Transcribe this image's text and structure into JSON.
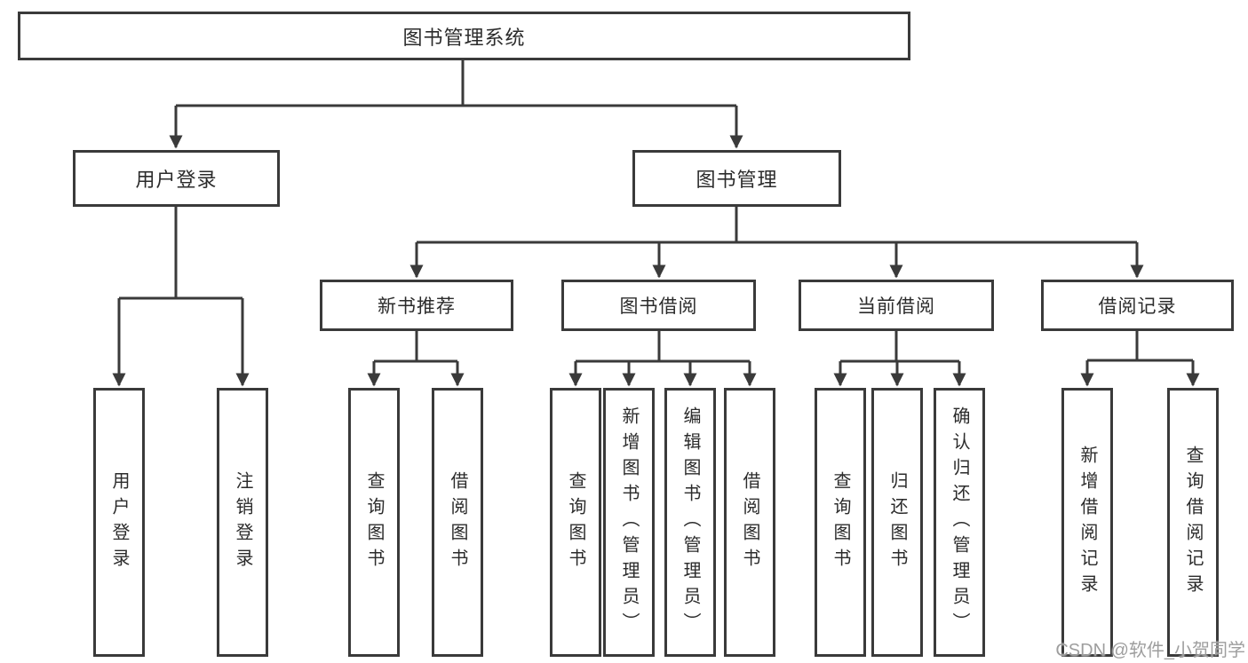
{
  "watermark": "CSDN @软件_小贺同学",
  "colors": {
    "line": "#3a3a3a",
    "box_border": "#3a3a3a",
    "text": "#2b2b2b",
    "watermark": "#9e9e9e",
    "background": "#ffffff"
  },
  "tree": {
    "label": "图书管理系统",
    "children": [
      {
        "label": "用户登录",
        "children": [
          {
            "label": "用户登录"
          },
          {
            "label": "注销登录"
          }
        ]
      },
      {
        "label": "图书管理",
        "children": [
          {
            "label": "新书推荐",
            "children": [
              {
                "label": "查询图书"
              },
              {
                "label": "借阅图书"
              }
            ]
          },
          {
            "label": "图书借阅",
            "children": [
              {
                "label": "查询图书"
              },
              {
                "label": "新增图书（管理员）"
              },
              {
                "label": "编辑图书（管理员）"
              },
              {
                "label": "借阅图书"
              }
            ]
          },
          {
            "label": "当前借阅",
            "children": [
              {
                "label": "查询图书"
              },
              {
                "label": "归还图书"
              },
              {
                "label": "确认归还（管理员）"
              }
            ]
          },
          {
            "label": "借阅记录",
            "children": [
              {
                "label": "新增借阅记录"
              },
              {
                "label": "查询借阅记录"
              }
            ]
          }
        ]
      }
    ]
  }
}
